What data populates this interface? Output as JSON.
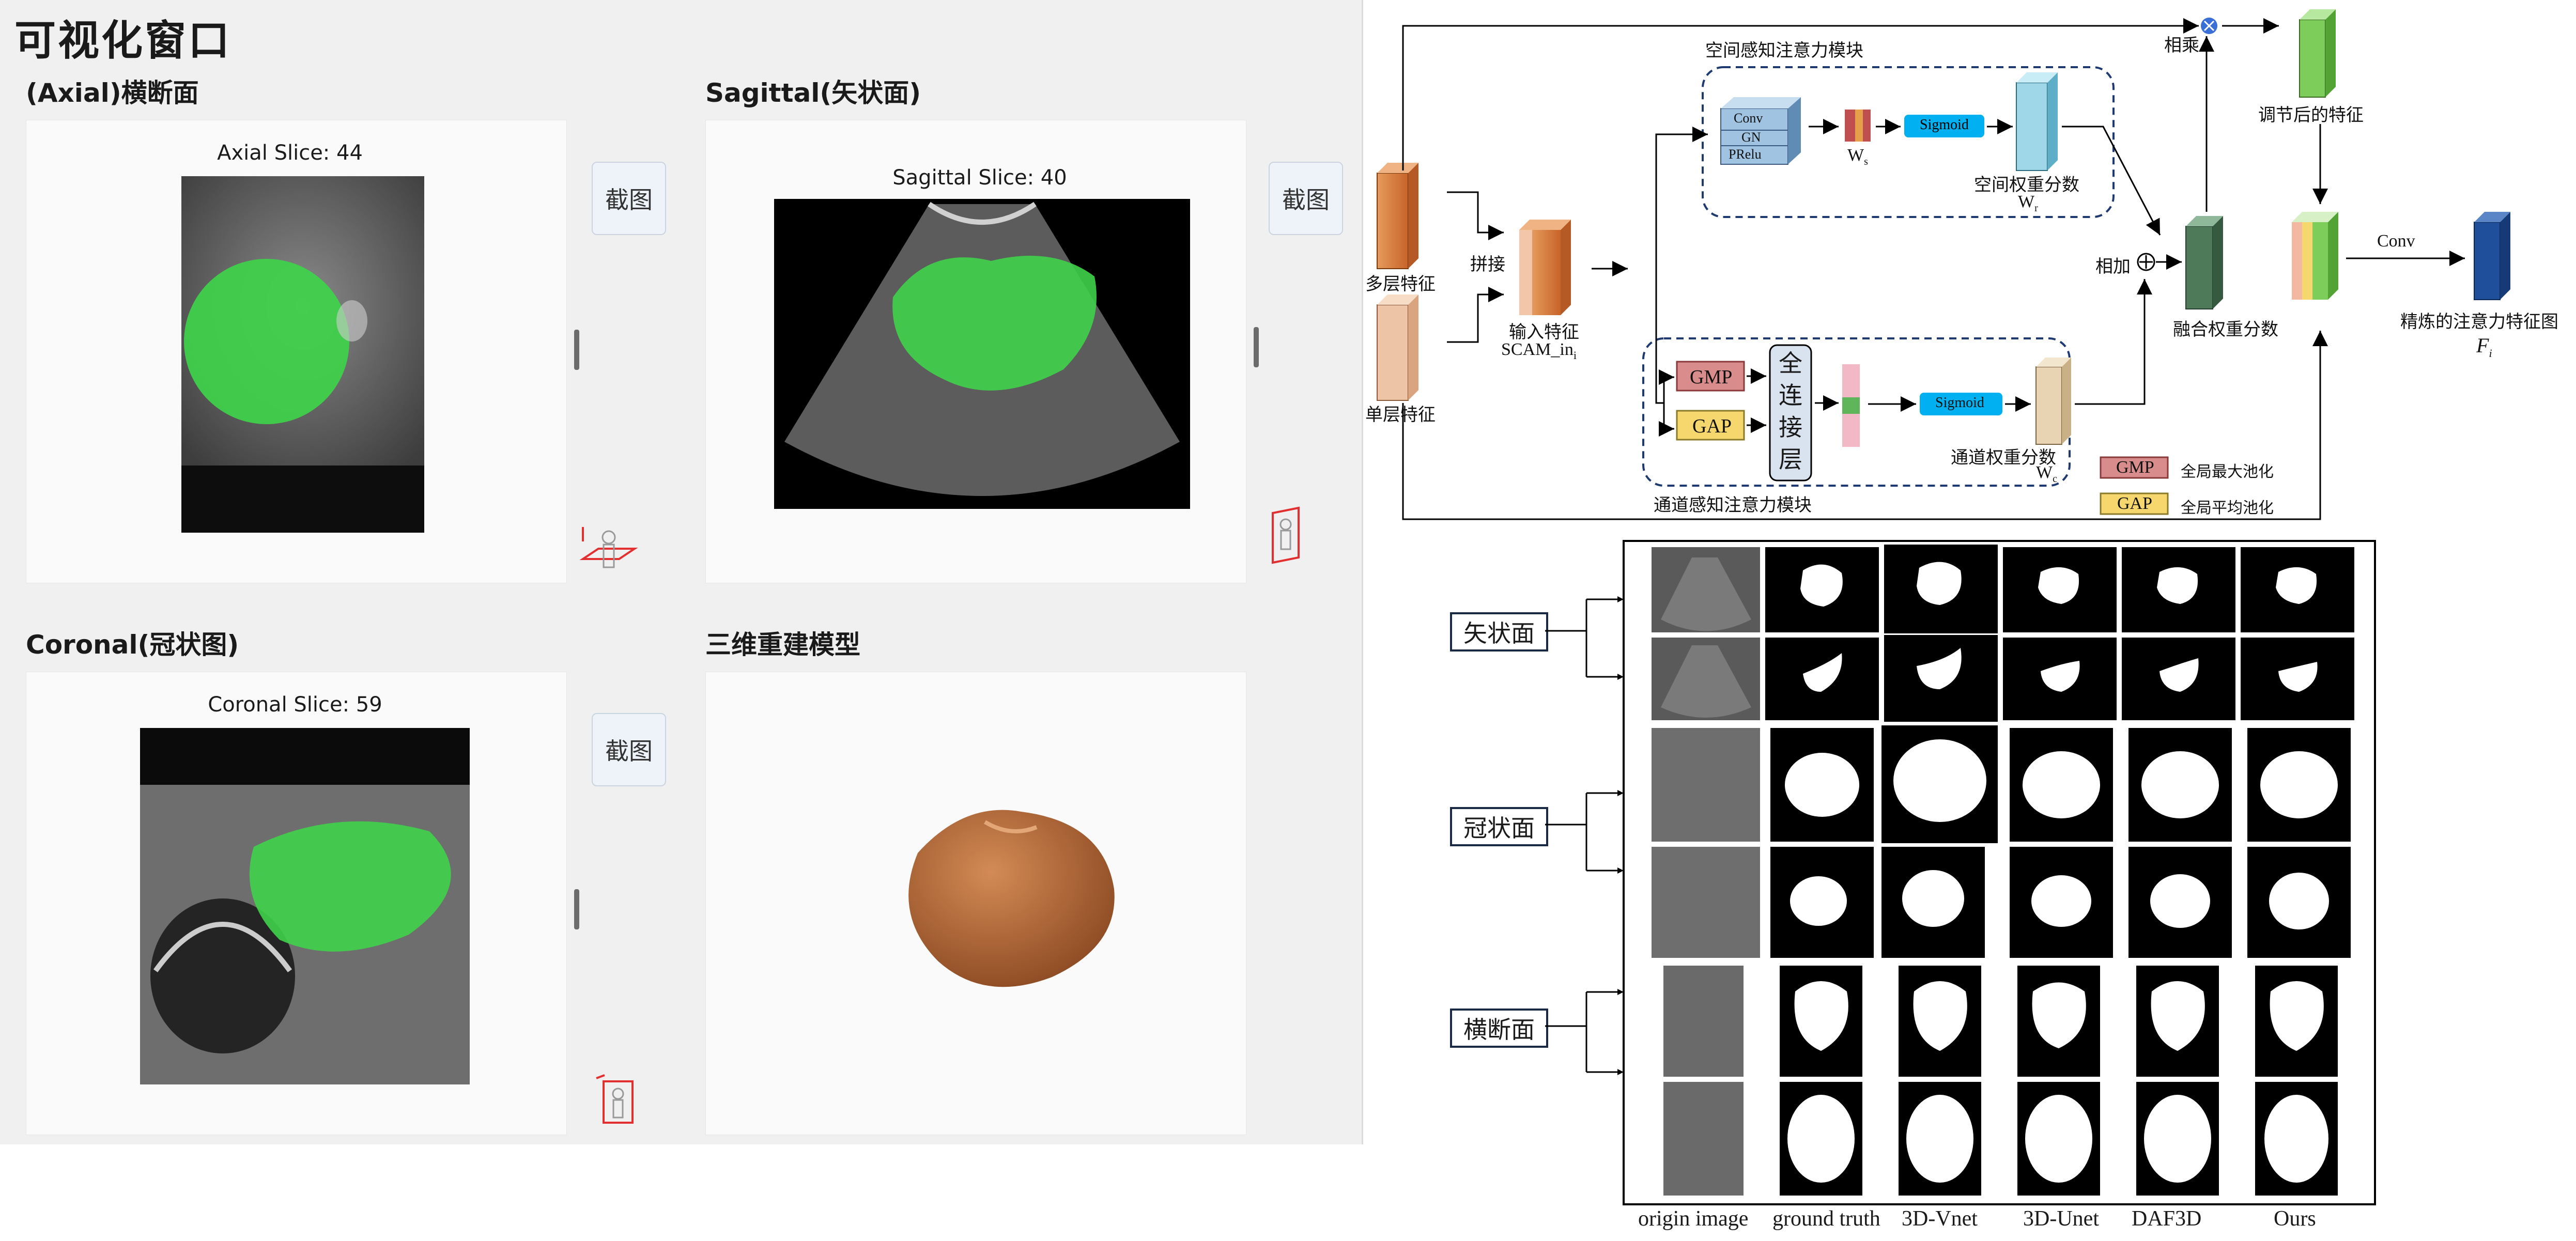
{
  "window": {
    "title": "可视化窗口"
  },
  "views": {
    "axial": {
      "title": "(Axial)横断面",
      "slice_label": "Axial Slice: 44"
    },
    "sagittal": {
      "title": "Sagittal(矢状面)",
      "slice_label": "Sagittal Slice: 40"
    },
    "coronal": {
      "title": "Coronal(冠状图)",
      "slice_label": "Coronal Slice: 59"
    },
    "model3d": {
      "title": "三维重建模型"
    }
  },
  "buttons": {
    "snapshot_label": "截图"
  },
  "colors": {
    "segmentation_overlay": "#3fd34a",
    "model_surface": "#b5683a",
    "module_accent": "#00b0f0"
  },
  "diagram": {
    "spatial_module_title": "空间感知注意力模块",
    "channel_module_title": "通道感知注意力模块",
    "multi_feature": "多层特征",
    "single_feature": "单层特征",
    "concat": "拼接",
    "input_feature": "输入特征",
    "input_name": "SCAM_in",
    "input_sub": "i",
    "conv_stack": [
      "Conv",
      "GN",
      "PRelu"
    ],
    "ws_main": "W",
    "ws_sub": "s",
    "sigmoid": "Sigmoid",
    "spatial_weight": "空间权重分数",
    "wr_main": "W",
    "wr_sub": "r",
    "gmp": "GMP",
    "gap": "GAP",
    "fc_layer": [
      "全",
      "连",
      "接",
      "层"
    ],
    "channel_weight": "通道权重分数",
    "wc_main": "W",
    "wc_sub": "c",
    "add": "相加",
    "multiply": "相乘",
    "fused_weight": "融合权重分数",
    "adjusted_feature": "调节后的特征",
    "conv": "Conv",
    "refined_feature": "精炼的注意力特征图",
    "fi_main": "F",
    "fi_sub": "i",
    "legend": [
      {
        "key": "GMP",
        "text": "全局最大池化",
        "color": "#d98c8c"
      },
      {
        "key": "GAP",
        "text": "全局平均池化",
        "color": "#f5d76e"
      }
    ]
  },
  "comparison": {
    "row_groups": [
      "矢状面",
      "冠状面",
      "横断面"
    ],
    "columns": [
      "origin image",
      "ground truth",
      "3D-Vnet",
      "3D-Unet",
      "DAF3D",
      "Ours"
    ]
  }
}
